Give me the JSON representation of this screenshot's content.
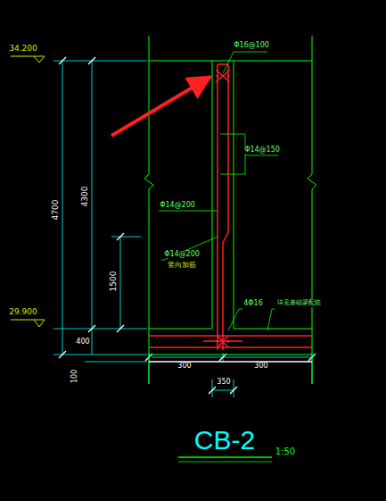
{
  "diagram": {
    "title": "CB-2",
    "labels": [
      "34.200",
      "29.900",
      "4700",
      "4300",
      "1500",
      "400",
      "100",
      "Φ16@100",
      "Φ14@150",
      "Φ14@200",
      "Φ14@200",
      "竖向加筋",
      "4Φ16",
      "详见基础梁配筋",
      "300",
      "300",
      "350",
      "1:50"
    ]
  }
}
